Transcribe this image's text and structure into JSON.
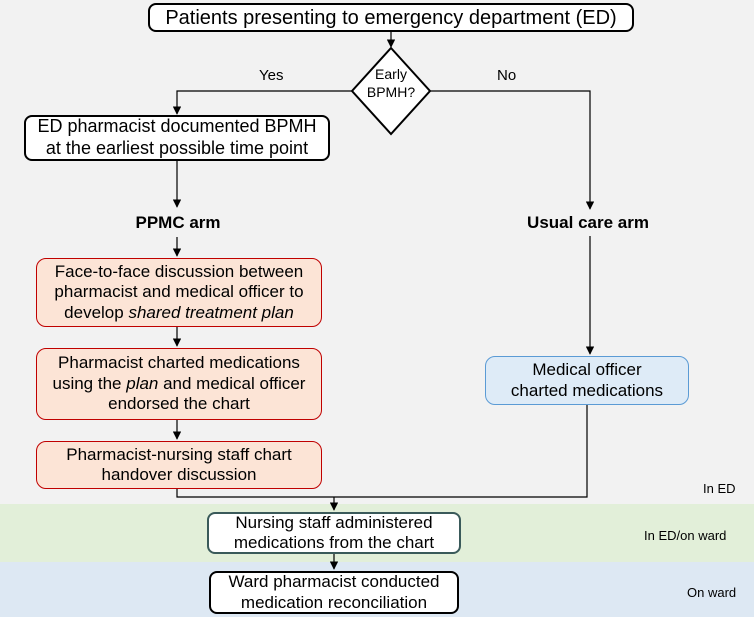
{
  "zones": {
    "ed": "In ED",
    "ed_ward": "In ED/on ward",
    "ward": "On ward"
  },
  "nodes": {
    "start": "Patients presenting to emergency department (ED)",
    "decision": [
      "Early",
      "BPMH?"
    ],
    "yes": "Yes",
    "no": "No",
    "ed_pharmacist": [
      "ED pharmacist documented BPMH",
      "at the earliest possible time point"
    ],
    "ppmc_arm": "PPMC arm",
    "usual_arm": "Usual care arm",
    "face_to_face": {
      "line1": "Face-to-face discussion between",
      "line2": "pharmacist and medical officer to",
      "line3_prefix": "develop ",
      "line3_italic": "shared treatment plan"
    },
    "charted": {
      "line1": "Pharmacist charted medications",
      "line2_prefix": "using the ",
      "line2_italic": "plan",
      "line2_suffix": " and medical officer",
      "line3": "endorsed the chart"
    },
    "handover": [
      "Pharmacist-nursing staff chart",
      "handover discussion"
    ],
    "medical_officer": [
      "Medical officer",
      "charted medications"
    ],
    "nursing": [
      "Nursing staff administered",
      "medications from the chart"
    ],
    "ward_pharmacist": [
      "Ward pharmacist conducted",
      "medication reconciliation"
    ]
  },
  "colors": {
    "ppmc_fill": "#fce4d6",
    "ppmc_border": "#c00000",
    "usual_fill": "#deebf7",
    "usual_border": "#5b9bd5",
    "zone_ed": "#f2f2f2",
    "zone_ed_ward": "#e2efd9",
    "zone_ward": "#dde8f3"
  }
}
